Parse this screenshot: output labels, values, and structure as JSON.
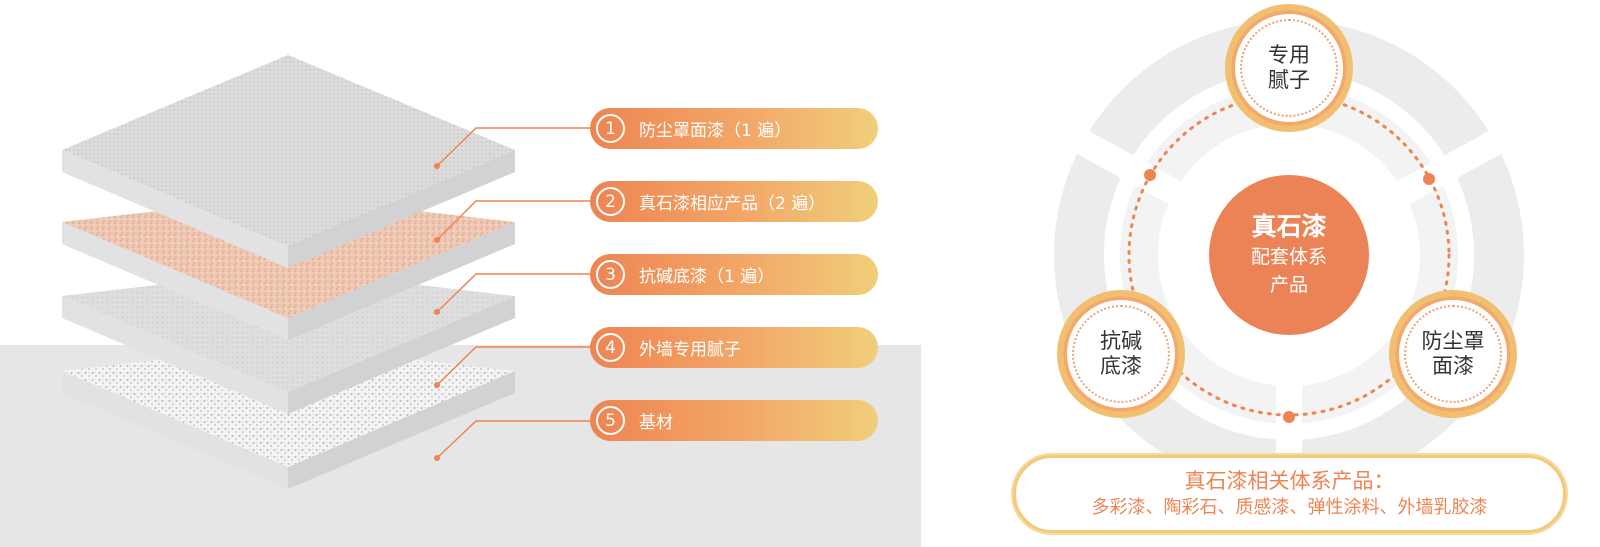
{
  "layers": [
    {
      "num": "1",
      "label": "防尘罩面漆（1 遍）"
    },
    {
      "num": "2",
      "label": "真石漆相应产品（2 遍）"
    },
    {
      "num": "3",
      "label": "抗碱底漆（1 遍）"
    },
    {
      "num": "4",
      "label": "外墙专用腻子"
    },
    {
      "num": "5",
      "label": "基材"
    }
  ],
  "system": {
    "center_title": "真石漆",
    "center_line2": "配套体系",
    "center_line3": "产品",
    "nodes": [
      {
        "line1": "专用",
        "line2": "腻子"
      },
      {
        "line1": "抗碱",
        "line2": "底漆"
      },
      {
        "line1": "防尘罩",
        "line2": "面漆"
      }
    ]
  },
  "related": {
    "title": "真石漆相关体系产品：",
    "items": "多彩漆、陶彩石、质感漆、弹性涂料、外墙乳胶漆"
  },
  "colors": {
    "accent": "#ee8452",
    "gold": "#f0cf7a",
    "ground": "#e6e6e6",
    "ring": "#e9e9e9"
  }
}
